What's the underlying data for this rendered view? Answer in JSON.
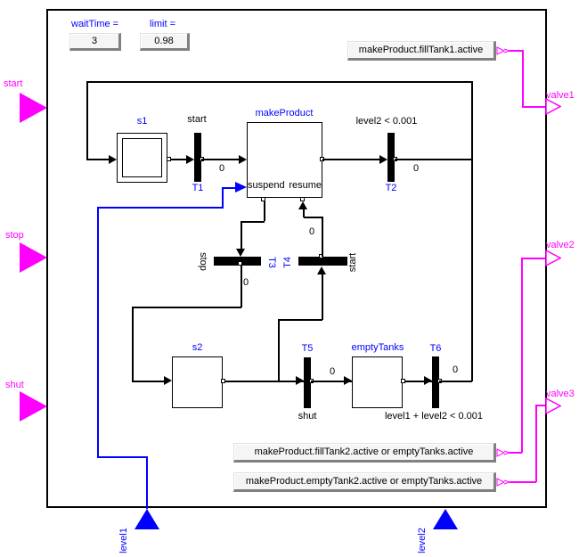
{
  "diagram": {
    "params": {
      "waitTime_label": "waitTime =",
      "waitTime_value": "3",
      "limit_label": "limit =",
      "limit_value": "0.98"
    },
    "inputs": {
      "start": "start",
      "stop": "stop",
      "shut": "shut",
      "level1": "level1",
      "level2": "level2"
    },
    "outputs": {
      "valve1": "valve1",
      "valve2": "valve2",
      "valve3": "valve3"
    },
    "expressions": {
      "valve1": "makeProduct.fillTank1.active",
      "valve2": "makeProduct.fillTank2.active or emptyTanks.active",
      "valve3": "makeProduct.emptyTank2.active or emptyTanks.active"
    },
    "steps": {
      "s1": "s1",
      "s2": "s2",
      "makeProduct": "makeProduct",
      "emptyTanks": "emptyTanks",
      "suspend_port": "suspend",
      "resume_port": "resume"
    },
    "transitions": {
      "t1": {
        "name": "T1",
        "condition": "start",
        "wait": "0"
      },
      "t2": {
        "name": "T2",
        "condition": "level2 < 0.001",
        "wait": "0"
      },
      "t3": {
        "name": "T3",
        "condition": "stop",
        "wait": "0"
      },
      "t4": {
        "name": "T4",
        "condition": "start",
        "wait": "0"
      },
      "t5": {
        "name": "T5",
        "condition": "shut",
        "wait": "0"
      },
      "t6": {
        "name": "T6",
        "condition": "level1 + level2 < 0.001",
        "wait": "0"
      }
    },
    "icons": {
      "input_triangle": "filled-magenta-right-triangle",
      "output_triangle": "outlined-magenta-right-triangle",
      "level_triangle": "filled-blue-up-triangle",
      "signal_arrow": "filled-blue-right-triangle",
      "expression_connector": "magenta-double-chevron"
    },
    "colors": {
      "boolean_signal": "#FF00FF",
      "real_signal": "#0000FF",
      "component_name": "#0000FF",
      "line": "#000000",
      "box_fill": "#F5F5F5"
    }
  }
}
